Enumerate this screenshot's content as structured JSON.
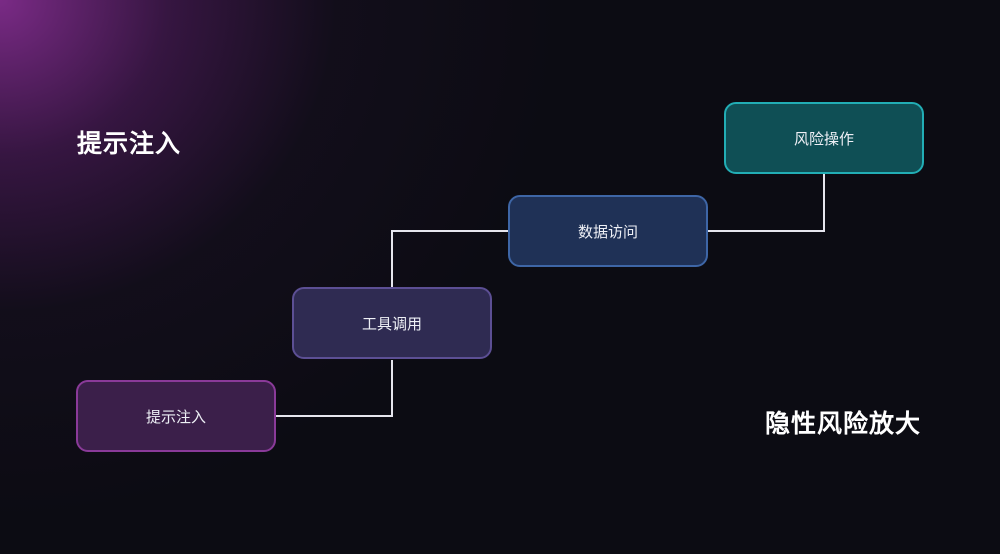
{
  "diagram": {
    "heading_left": "提示注入",
    "heading_right": "隐性风险放大",
    "steps": [
      {
        "label": "提示注入",
        "color": "#8a3a99"
      },
      {
        "label": "工具调用",
        "color": "#5c4f94"
      },
      {
        "label": "数据访问",
        "color": "#3e66a6"
      },
      {
        "label": "风险操作",
        "color": "#22aeb5"
      }
    ]
  }
}
